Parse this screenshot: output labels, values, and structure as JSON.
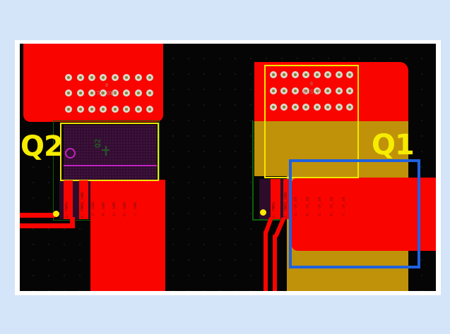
{
  "viewport": {
    "description": "PCB layout editor canvas with two transistor components and a blue selection rectangle"
  },
  "colors": {
    "page_bg": "#d4e4f9",
    "frame": "#ffffff",
    "canvas_bg": "#050505",
    "copper_red": "#fa0400",
    "copper_gold": "#c09209",
    "body_purple": "#320d31",
    "pin_bg_purple": "#2c0b2b",
    "silk_yellow": "#f2e600",
    "courtyard_green": "#0b610b",
    "assembly_magenta": "#c322c3",
    "selection_blue": "#2061e0",
    "designator_yellow": "#f6ec00",
    "net_text": "#c0706a",
    "pin_text": "#8d0f0a",
    "via_ring": "#d8d8cb",
    "via_hole": "#8b7c2e",
    "symbol_green": "#1e5a23",
    "origin_dot": "#ffec00"
  },
  "via_grid": {
    "rows": 3,
    "cols": 8
  },
  "q2": {
    "designator": "Q2",
    "body_ref": "Q2",
    "pour_net": "TX_OUT",
    "pad_number": "8",
    "pins": [
      "1: PWM2",
      "2: PWM2_GND",
      "3: GND",
      "4: GND",
      "5: GND",
      "6: GND",
      "7: GND"
    ]
  },
  "q1": {
    "designator": "Q1",
    "pour_net": "BUS_P",
    "pad_number": "8",
    "pins": [
      "1: PWM1",
      "2: PWM1_GND",
      "3: TX_IN",
      "4: TX_IN",
      "5: TX_IN",
      "6: TX_IN",
      "7: TX_IN"
    ]
  }
}
